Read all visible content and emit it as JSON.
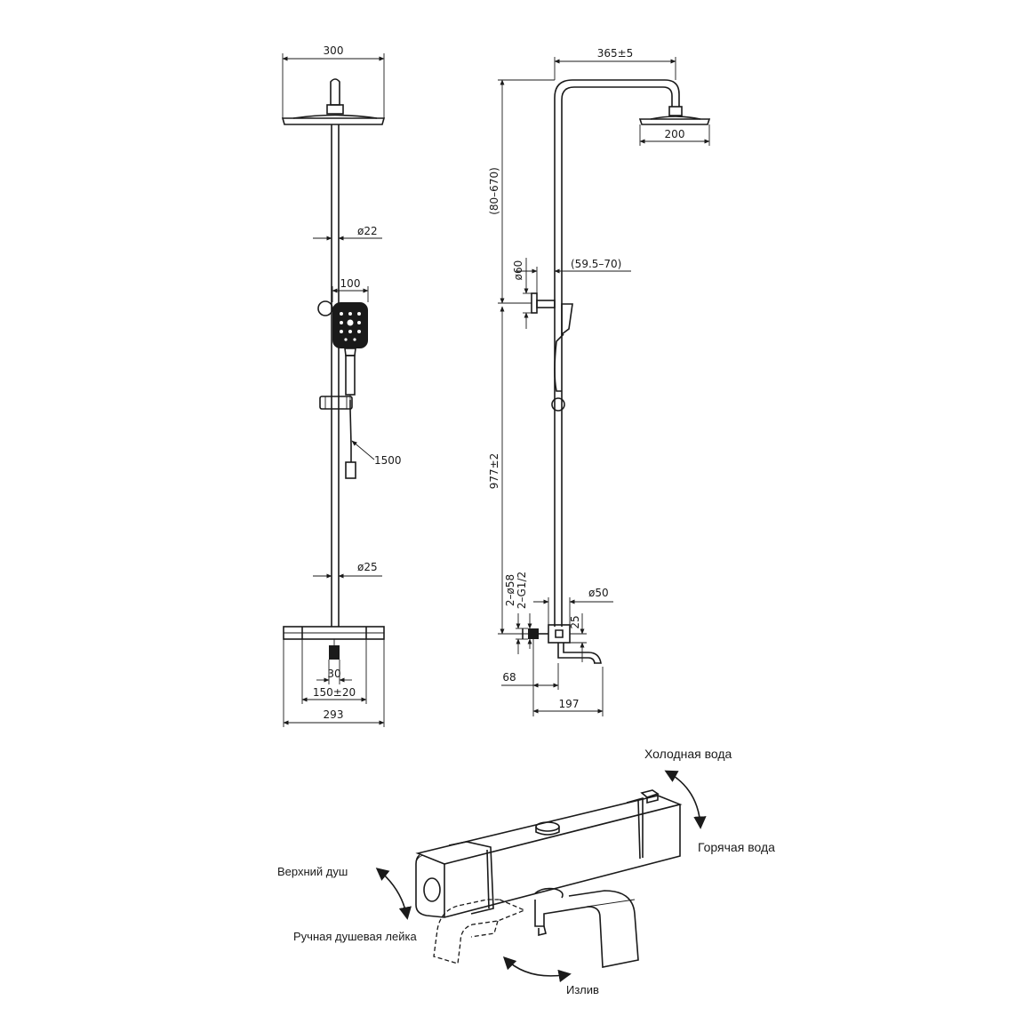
{
  "dimensions": {
    "front": {
      "head_width": "300",
      "pipe_dia_top": "ø22",
      "handshower_width": "100",
      "hose_length": "1500",
      "pipe_dia_bottom": "ø25",
      "outlet": "30",
      "center_distance": "150±20",
      "mixer_width": "293"
    },
    "side": {
      "arm_reach": "365±5",
      "head_dia": "200",
      "height_adjust": "(80–670)",
      "bracket_dia": "ø60",
      "bracket_offset": "(59.5–70)",
      "total_height": "977±2",
      "eccentric_dia": "2–ø58",
      "inlet_thread": "2–G1/2",
      "spout_dia": "ø50",
      "spout_height": "25",
      "wall_offset": "68",
      "spout_reach": "197"
    }
  },
  "labels": {
    "cold_water": "Холодная вода",
    "hot_water": "Горячая вода",
    "top_shower": "Верхний душ",
    "hand_shower": "Ручная душевая лейка",
    "spout": "Излив"
  }
}
